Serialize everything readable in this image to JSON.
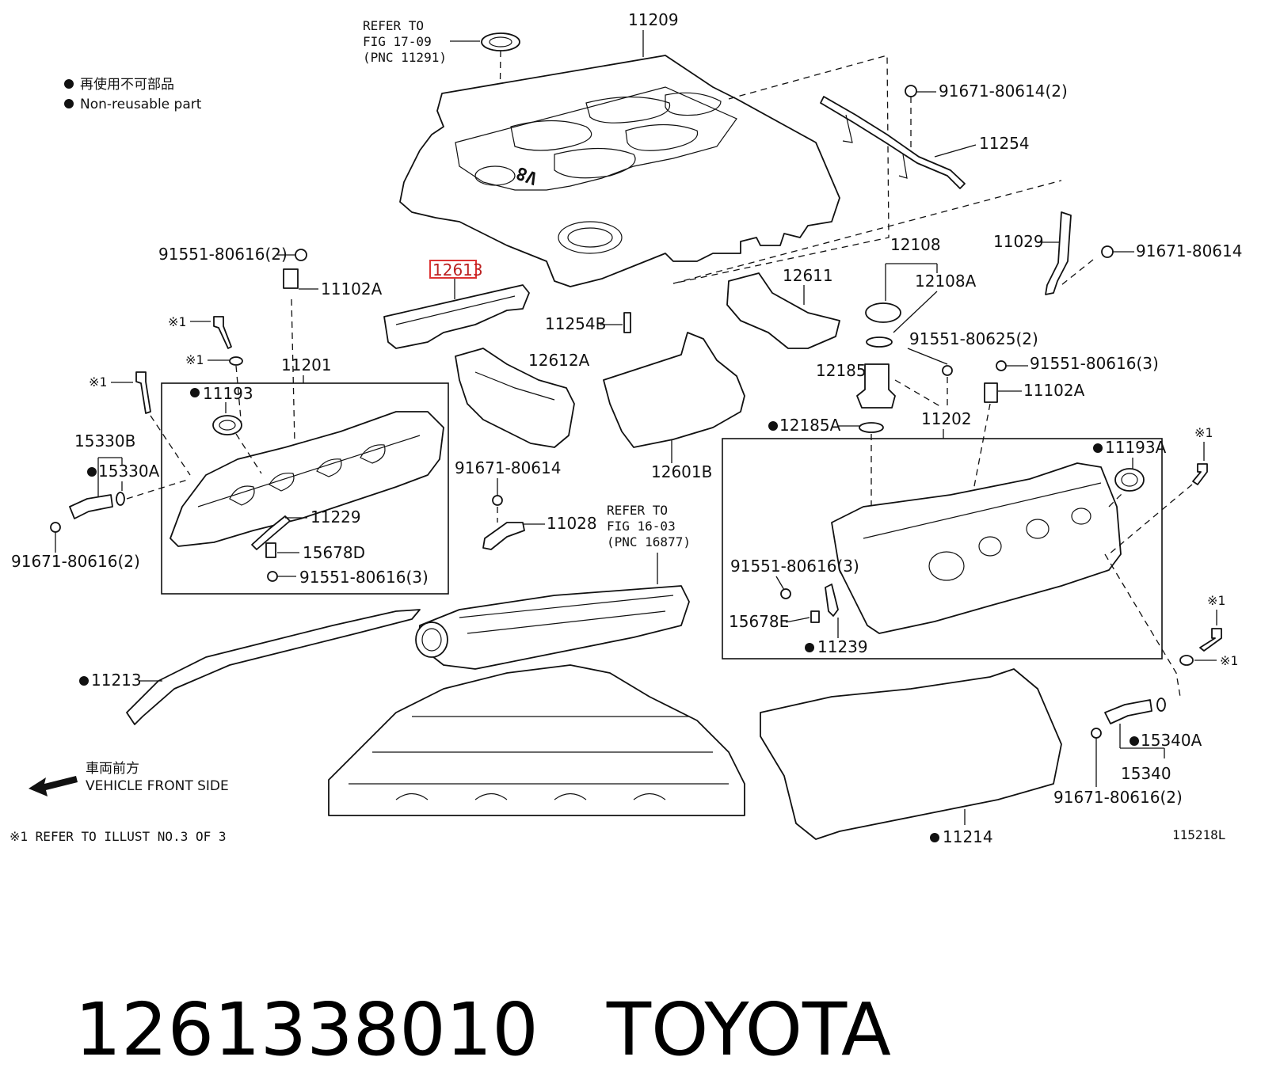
{
  "legend": {
    "japanese": "再使用不可部品",
    "english": "Non-reusable part"
  },
  "refers": {
    "fig17": [
      "REFER TO",
      "FIG 17-09",
      "(PNC 11291)"
    ],
    "fig16": [
      "REFER TO",
      "FIG 16-03",
      "(PNC 16877)"
    ]
  },
  "direction": {
    "japanese": "車両前方",
    "english": "VEHICLE FRONT SIDE"
  },
  "footnote": "※1 REFER TO ILLUST NO.3 OF 3",
  "illustration_code": "115218L",
  "highlighted_part": "12613",
  "labels": {
    "p11209": "11209",
    "p91671_80614_2": "91671-80614(2)",
    "p11254": "11254",
    "p11029": "11029",
    "p91671_80614_r": "91671-80614",
    "p91551_80616_2": "91551-80616(2)",
    "p11102A_l": "11102A",
    "p12613": "12613",
    "p12611": "12611",
    "p12108": "12108",
    "p12108A": "12108A",
    "p11254B": "11254B",
    "p91551_80625_2": "91551-80625(2)",
    "p91551_80616_3_r": "91551-80616(3)",
    "p11102A_r": "11102A",
    "p12185": "12185",
    "p12185A": "12185A",
    "p11202": "11202",
    "p11201": "11201",
    "p11193": "11193",
    "p12612A": "12612A",
    "p12601B": "12601B",
    "p11193A": "11193A",
    "p15330B": "15330B",
    "p15330A": "15330A",
    "p91671_80616_2_l": "91671-80616(2)",
    "p11229": "11229",
    "p15678D": "15678D",
    "p91551_80616_3_l": "91551-80616(3)",
    "p91671_80614_m": "91671-80614",
    "p11028": "11028",
    "p91551_80616_3_m": "91551-80616(3)",
    "p15678E": "15678E",
    "p11239": "11239",
    "p11213": "11213",
    "p15340A": "15340A",
    "p15340": "15340",
    "p91671_80616_2_r": "91671-80616(2)",
    "p11214": "11214",
    "x1_a": "※1",
    "x1_b": "※1",
    "x1_c": "※1",
    "x1_d": "※1",
    "x1_e": "※1",
    "x1_f": "※1"
  },
  "caption": {
    "part_number": "1261338010",
    "brand": "TOYOTA"
  }
}
